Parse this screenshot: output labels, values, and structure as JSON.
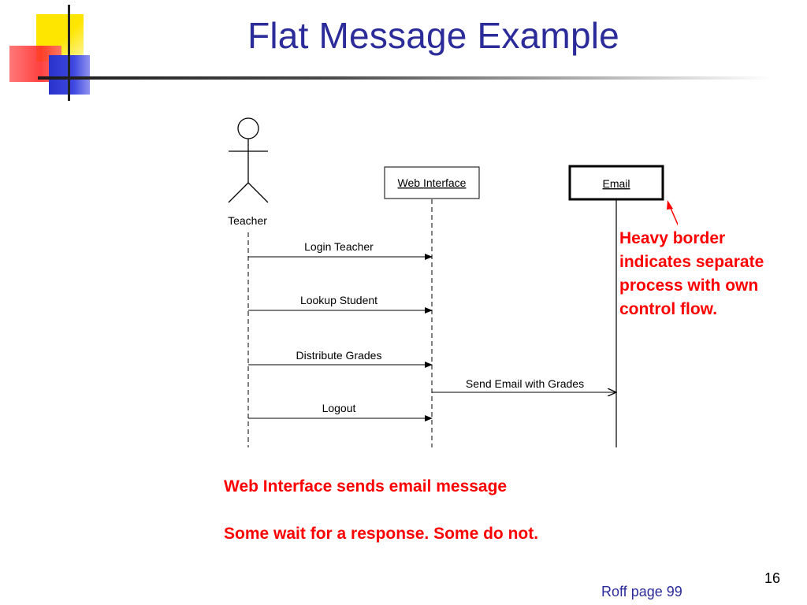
{
  "slide": {
    "title": "Flat Message Example",
    "page_number": "16",
    "reference": "Roff page 99"
  },
  "diagram": {
    "actor": {
      "label": "Teacher"
    },
    "objects": [
      {
        "label": "Web Interface",
        "border": "thin"
      },
      {
        "label": "Email",
        "border": "heavy"
      }
    ],
    "messages": [
      {
        "label": "Login Teacher",
        "from": "Teacher",
        "to": "Web Interface"
      },
      {
        "label": "Lookup Student",
        "from": "Teacher",
        "to": "Web Interface"
      },
      {
        "label": "Distribute Grades",
        "from": "Teacher",
        "to": "Web Interface"
      },
      {
        "label": "Send Email with Grades",
        "from": "Web Interface",
        "to": "Email"
      },
      {
        "label": "Logout",
        "from": "Teacher",
        "to": "Web Interface"
      }
    ]
  },
  "annotations": {
    "side_note_lines": [
      "Heavy border",
      "indicates separate",
      "process with own",
      "control flow."
    ],
    "note_1": "Web Interface sends email message",
    "note_2": "Some wait for a response.  Some do not."
  },
  "colors": {
    "title": "#2b2b9a",
    "annotation": "#ff0000",
    "diagram_ink": "#000000"
  }
}
